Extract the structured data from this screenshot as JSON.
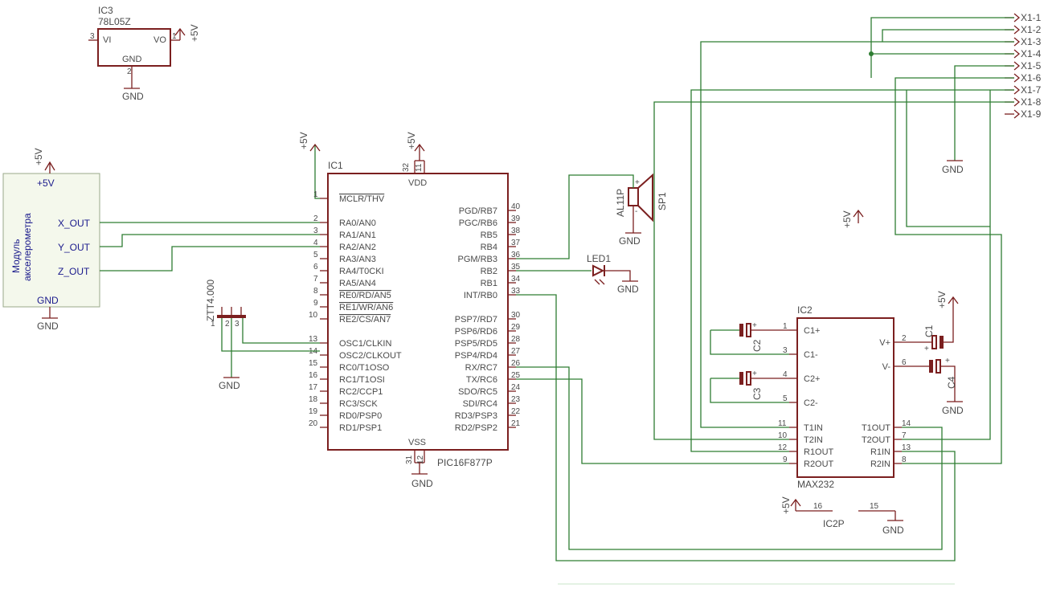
{
  "ic3": {
    "name": "IC3",
    "part": "78L05Z",
    "pin_vi": "VI",
    "pin_vo": "VO",
    "pin_gnd": "GND",
    "pin_vi_num": "3",
    "pin_vo_num": "1",
    "pin_gnd_num": "2"
  },
  "ic1": {
    "name": "IC1",
    "part": "PIC16F877P",
    "vdd": "VDD",
    "vss": "VSS",
    "left_pins": [
      {
        "num": "1",
        "label": "MCLR/THV"
      },
      {
        "num": "2",
        "label": "RA0/AN0"
      },
      {
        "num": "3",
        "label": "RA1/AN1"
      },
      {
        "num": "4",
        "label": "RA2/AN2"
      },
      {
        "num": "5",
        "label": "RA3/AN3"
      },
      {
        "num": "6",
        "label": "RA4/T0CKI"
      },
      {
        "num": "7",
        "label": "RA5/AN4"
      },
      {
        "num": "8",
        "label": "RE0/RD/AN5"
      },
      {
        "num": "9",
        "label": "RE1/WR/AN6"
      },
      {
        "num": "10",
        "label": "RE2/CS/AN7"
      },
      {
        "num": "13",
        "label": "OSC1/CLKIN"
      },
      {
        "num": "14",
        "label": "OSC2/CLKOUT"
      },
      {
        "num": "15",
        "label": "RC0/T1OSO"
      },
      {
        "num": "16",
        "label": "RC1/T1OSI"
      },
      {
        "num": "17",
        "label": "RC2/CCP1"
      },
      {
        "num": "18",
        "label": "RC3/SCK"
      },
      {
        "num": "19",
        "label": "RD0/PSP0"
      },
      {
        "num": "20",
        "label": "RD1/PSP1"
      }
    ],
    "right_pins": [
      {
        "num": "40",
        "label": "PGD/RB7"
      },
      {
        "num": "39",
        "label": "PGC/RB6"
      },
      {
        "num": "38",
        "label": "RB5"
      },
      {
        "num": "37",
        "label": "RB4"
      },
      {
        "num": "36",
        "label": "PGM/RB3"
      },
      {
        "num": "35",
        "label": "RB2"
      },
      {
        "num": "34",
        "label": "RB1"
      },
      {
        "num": "33",
        "label": "INT/RB0"
      },
      {
        "num": "30",
        "label": "PSP7/RD7"
      },
      {
        "num": "29",
        "label": "PSP6/RD6"
      },
      {
        "num": "28",
        "label": "PSP5/RD5"
      },
      {
        "num": "27",
        "label": "PSP4/RD4"
      },
      {
        "num": "26",
        "label": "RX/RC7"
      },
      {
        "num": "25",
        "label": "TX/RC6"
      },
      {
        "num": "24",
        "label": "SDO/RC5"
      },
      {
        "num": "23",
        "label": "SDI/RC4"
      },
      {
        "num": "22",
        "label": "RD3/PSP3"
      },
      {
        "num": "21",
        "label": "RD2/PSP2"
      }
    ],
    "vdd_pins": [
      "32",
      "11"
    ],
    "vss_pins": [
      "31",
      "12"
    ]
  },
  "ic2": {
    "name": "IC2",
    "part": "MAX232",
    "left_pins": [
      {
        "num": "1",
        "label": "C1+"
      },
      {
        "num": "3",
        "label": "C1-"
      },
      {
        "num": "4",
        "label": "C2+"
      },
      {
        "num": "5",
        "label": "C2-"
      },
      {
        "num": "11",
        "label": "T1IN"
      },
      {
        "num": "10",
        "label": "T2IN"
      },
      {
        "num": "12",
        "label": "R1OUT"
      },
      {
        "num": "9",
        "label": "R2OUT"
      }
    ],
    "right_pins": [
      {
        "num": "2",
        "label": "V+"
      },
      {
        "num": "6",
        "label": "V-"
      },
      {
        "num": "14",
        "label": "T1OUT"
      },
      {
        "num": "7",
        "label": "T2OUT"
      },
      {
        "num": "13",
        "label": "R1IN"
      },
      {
        "num": "8",
        "label": "R2IN"
      }
    ]
  },
  "ic2p": {
    "name": "IC2P",
    "pin_vcc": "16",
    "pin_gnd": "15"
  },
  "accel": {
    "title_line1": "Модуль",
    "title_line2": "акселерометра",
    "plus5": "+5V",
    "x_out": "X_OUT",
    "y_out": "Y_OUT",
    "z_out": "Z_OUT",
    "gnd": "GND"
  },
  "connector": {
    "pins": [
      "X1-1",
      "X1-2",
      "X1-3",
      "X1-4",
      "X1-5",
      "X1-6",
      "X1-7",
      "X1-8",
      "X1-9"
    ]
  },
  "parts": {
    "sp1": "SP1",
    "al11p": "AL11P",
    "led1": "LED1",
    "zt": "ZTT4.000",
    "c1": "C1",
    "c2": "C2",
    "c3": "C3",
    "c4": "C4",
    "zt_pins": [
      "1",
      "2",
      "3"
    ]
  },
  "nets": {
    "gnd": "GND",
    "vcc": "+5V"
  },
  "colors": {
    "wire": "#2e7d32",
    "symbol": "#7b1f1f",
    "module_fill": "#f4f8ec",
    "module_stroke": "#9aa88a"
  }
}
